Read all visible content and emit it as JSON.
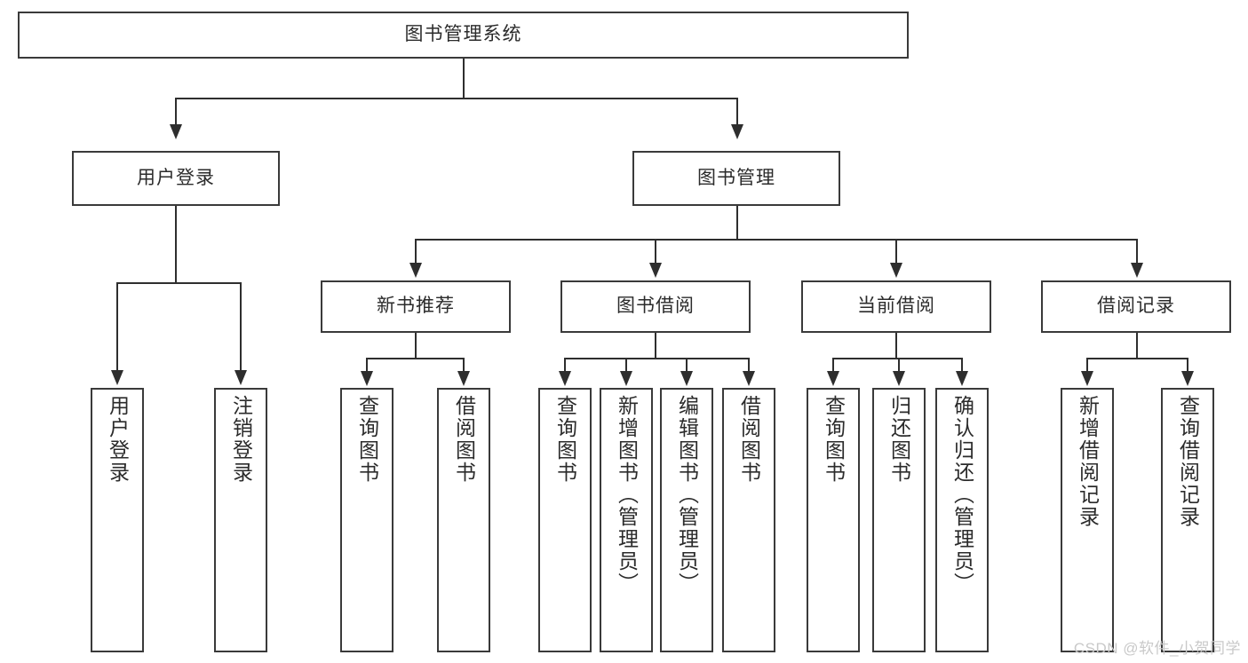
{
  "diagram": {
    "title": "图书管理系统",
    "type": "tree-hierarchy-chart",
    "root": {
      "label": "图书管理系统"
    },
    "level2": [
      {
        "label": "用户登录"
      },
      {
        "label": "图书管理"
      }
    ],
    "level3": [
      {
        "label": "新书推荐"
      },
      {
        "label": "图书借阅"
      },
      {
        "label": "当前借阅"
      },
      {
        "label": "借阅记录"
      }
    ],
    "leaves": {
      "user_login": [
        {
          "label": "用户登录"
        },
        {
          "label": "注销登录"
        }
      ],
      "new_book_recommend": [
        {
          "label": "查询图书"
        },
        {
          "label": "借阅图书"
        }
      ],
      "book_borrow": [
        {
          "label": "查询图书"
        },
        {
          "label": "新增图书（管理员）"
        },
        {
          "label": "编辑图书（管理员）"
        },
        {
          "label": "借阅图书"
        }
      ],
      "current_borrow": [
        {
          "label": "查询图书"
        },
        {
          "label": "归还图书"
        },
        {
          "label": "确认归还（管理员）"
        }
      ],
      "borrow_record": [
        {
          "label": "新增借阅记录"
        },
        {
          "label": "查询借阅记录"
        }
      ]
    }
  },
  "watermark": {
    "text": "CSDN @软件_小贺同学"
  },
  "colors": {
    "box_border": "#3a3a3a",
    "connector": "#2e2e2e",
    "text": "#2b2b2b",
    "watermark": "#c9c9c9",
    "background": "#ffffff"
  }
}
